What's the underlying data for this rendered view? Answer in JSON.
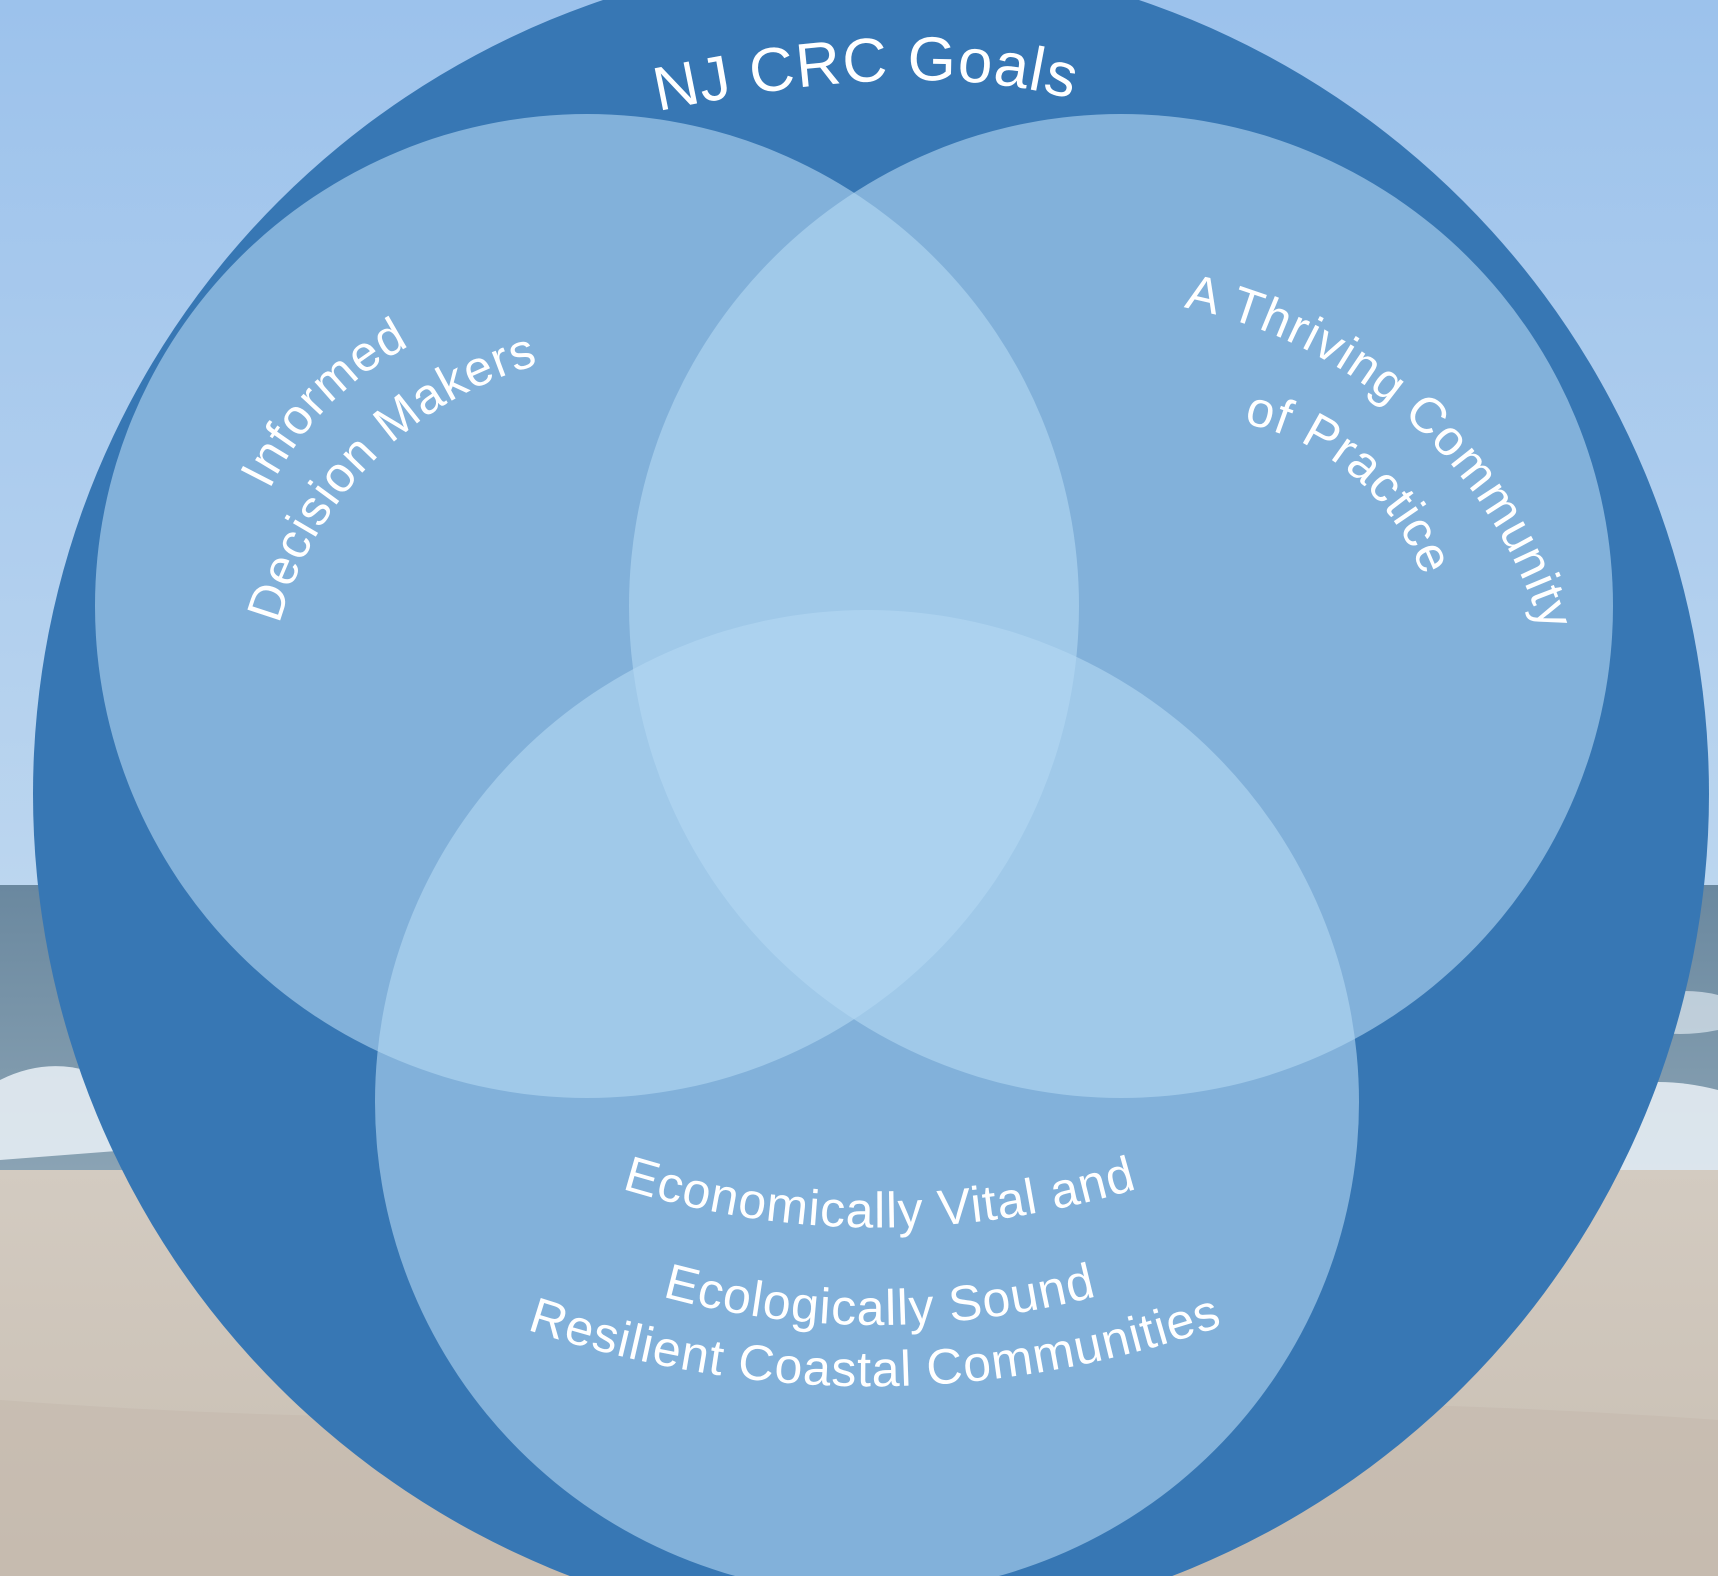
{
  "diagram": {
    "title": "NJ CRC Goals",
    "goals": [
      {
        "id": "informed",
        "lines": [
          "Informed",
          "Decision Makers"
        ]
      },
      {
        "id": "community",
        "lines": [
          "A Thriving Community",
          "of Practice"
        ]
      },
      {
        "id": "resilient",
        "lines": [
          "Economically Vital and",
          "Ecologically Sound",
          "Resilient Coastal Communities"
        ]
      }
    ]
  },
  "colors": {
    "sky_top": "#9ec3ec",
    "sky_bottom": "#b7d3ef",
    "sea": "#6f8da6",
    "surf": "#e6eef4",
    "sand": "#cfc6bb",
    "outer_circle": "#3777b4",
    "inner_circle": "#b4d8f3",
    "text": "#ffffff"
  }
}
